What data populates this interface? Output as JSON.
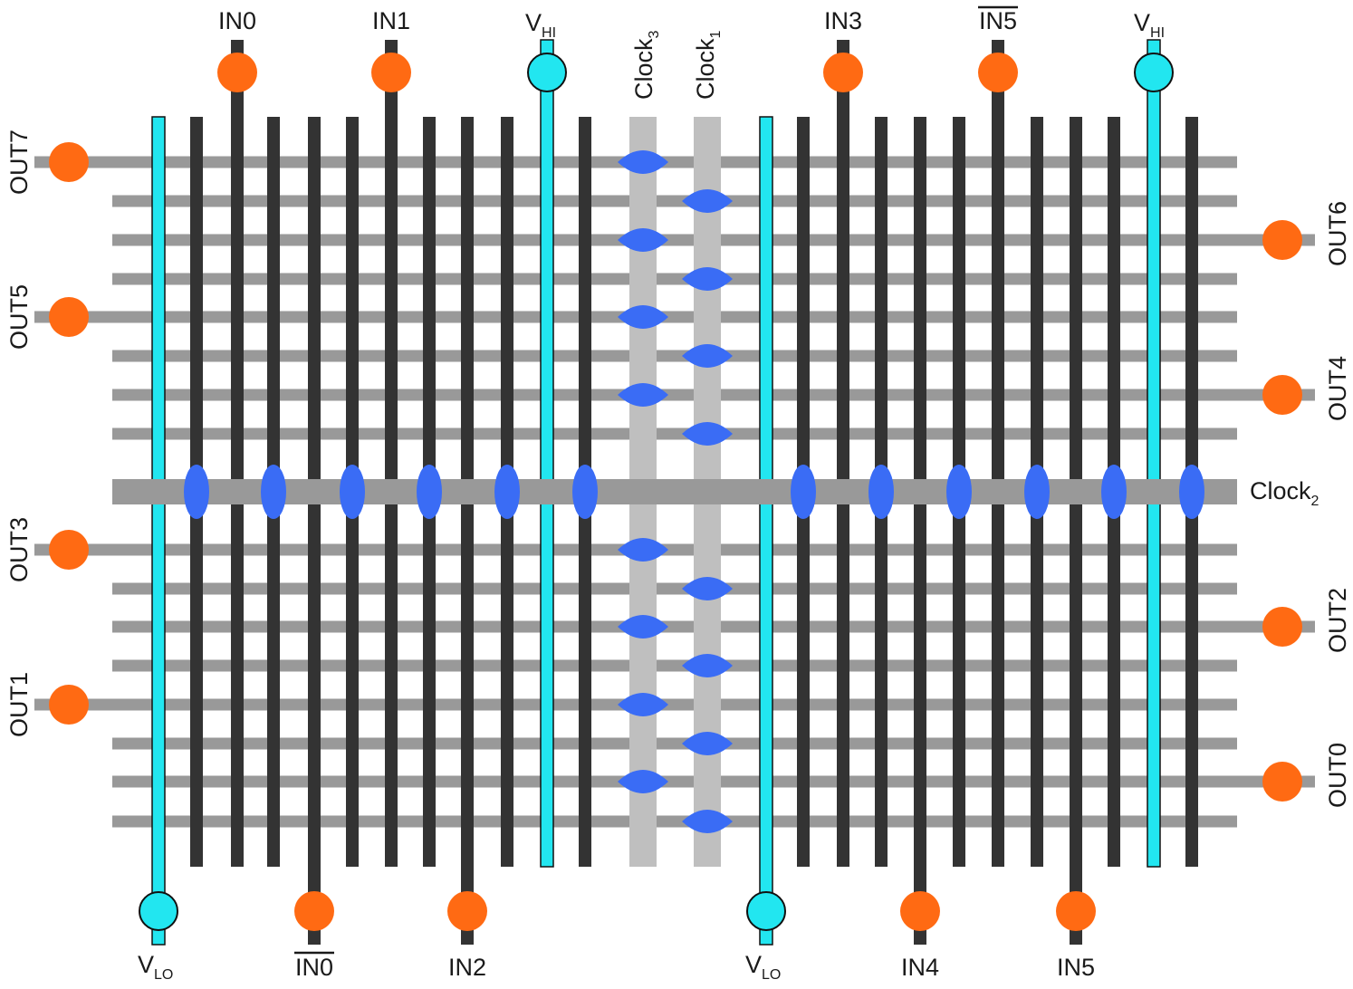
{
  "labels": {
    "top": {
      "in0": "IN0",
      "in1": "IN1",
      "vhi_left": "V",
      "vhi_left_sub": "HI",
      "clock3": "Clock",
      "clock3_sub": "3",
      "clock1": "Clock",
      "clock1_sub": "1",
      "in3": "IN3",
      "in5bar": "IN5",
      "vhi_right": "V",
      "vhi_right_sub": "HI"
    },
    "bottom": {
      "vlo_left": "V",
      "vlo_left_sub": "LO",
      "in0bar": "IN0",
      "in2": "IN2",
      "vlo_mid": "V",
      "vlo_mid_sub": "LO",
      "in4": "IN4",
      "in5": "IN5"
    },
    "left": [
      "OUT7",
      "OUT5",
      "OUT3",
      "OUT1"
    ],
    "right": [
      "OUT6",
      "OUT4",
      "OUT2",
      "OUT0"
    ],
    "clock2": "Clock",
    "clock2_sub": "2"
  },
  "colors": {
    "input_wire": "#333333",
    "output_wire": "#999999",
    "clock_wire": "#bfbfbf",
    "clock2_wire": "#999999",
    "power_rail": "#22e6f0",
    "pad_input": "#ff6a13",
    "junction": "#3a6cf5"
  }
}
